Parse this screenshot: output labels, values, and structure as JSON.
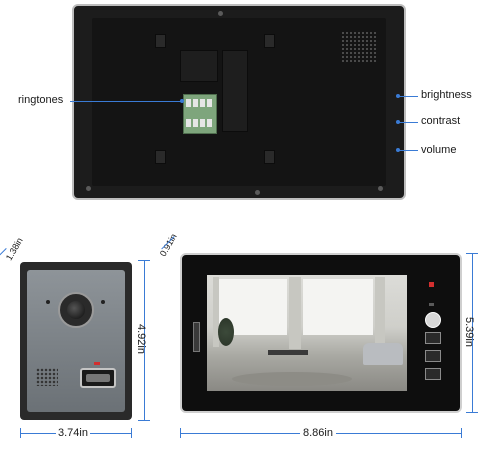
{
  "labels": {
    "ringtones": "ringtones",
    "brightness": "brightness",
    "contrast": "contrast",
    "volume": "volume"
  },
  "dimensions": {
    "cam_depth": "1.38in",
    "cam_height": "4.92in",
    "cam_width": "3.74in",
    "mon_depth": "0.91in",
    "mon_height": "5.39in",
    "mon_width": "8.86in"
  },
  "colors": {
    "accent": "#3a7bd5",
    "device_body": "#1c1c1c",
    "indicator_red": "#d32f2f"
  },
  "icons": [
    "camera-lens-icon",
    "call-button-icon",
    "speaker-grille-icon",
    "terminal-block-icon"
  ]
}
